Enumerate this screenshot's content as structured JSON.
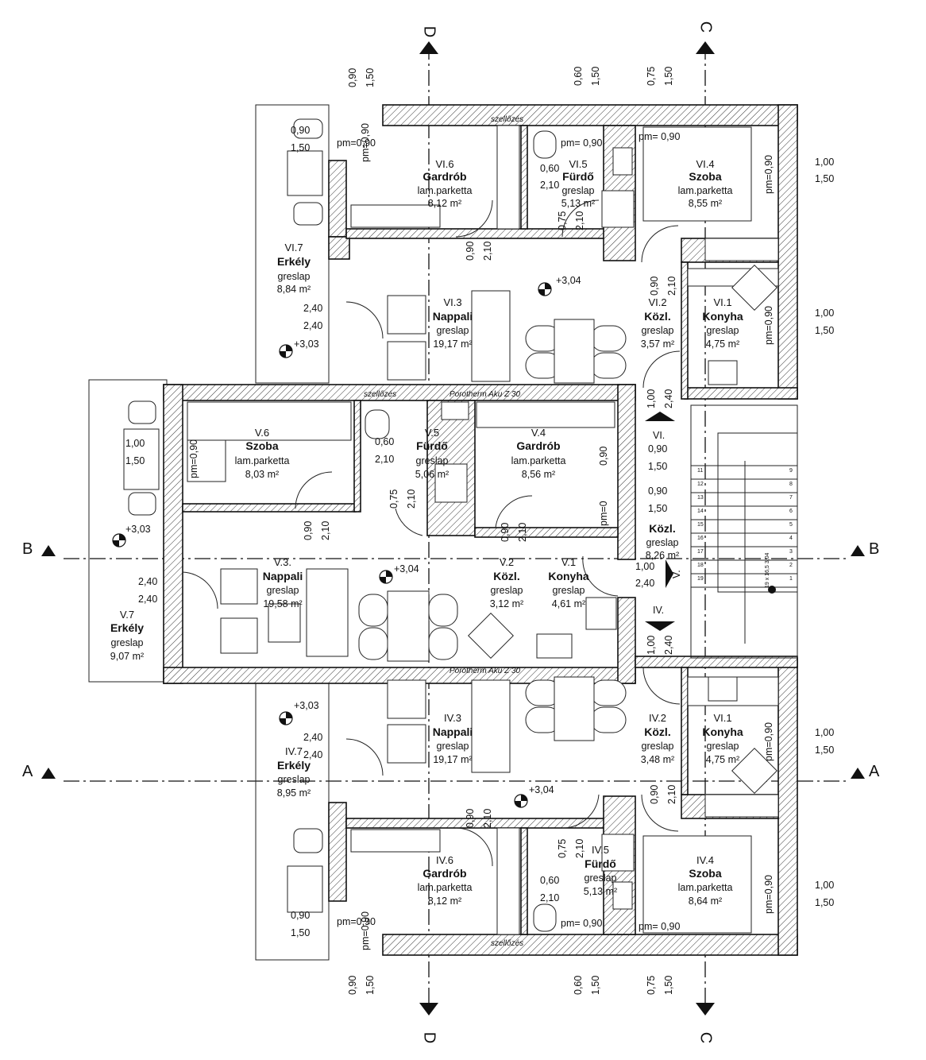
{
  "axes": {
    "a": "A",
    "b": "B",
    "c": "C",
    "d": "D"
  },
  "notes": {
    "szellozes": "szellőzés",
    "porotherm": "Porotherm Aku Z 30"
  },
  "levels": {
    "l303": "+3,03",
    "l304": "+3,04"
  },
  "rooms": {
    "vi6": {
      "num": "VI.6",
      "name": "Gardrób",
      "floor": "lam.parketta",
      "area": "8,12 m²"
    },
    "vi5": {
      "num": "VI.5",
      "name": "Fürdő",
      "floor": "greslap",
      "area": "5,13 m²"
    },
    "vi4": {
      "num": "VI.4",
      "name": "Szoba",
      "floor": "lam.parketta",
      "area": "8,55 m²"
    },
    "vi7": {
      "num": "VI.7",
      "name": "Erkély",
      "floor": "greslap",
      "area": "8,84 m²"
    },
    "vi3": {
      "num": "VI.3",
      "name": "Nappali",
      "floor": "greslap",
      "area": "19,17 m²"
    },
    "vi2": {
      "num": "VI.2",
      "name": "Közl.",
      "floor": "greslap",
      "area": "3,57 m²"
    },
    "vi1": {
      "num": "VI.1",
      "name": "Konyha",
      "floor": "greslap",
      "area": "4,75 m²"
    },
    "v6": {
      "num": "V.6",
      "name": "Szoba",
      "floor": "lam.parketta",
      "area": "8,03 m²"
    },
    "v5": {
      "num": "V.5",
      "name": "Fürdő",
      "floor": "greslap",
      "area": "5,06 m²"
    },
    "v4": {
      "num": "V.4",
      "name": "Gardrób",
      "floor": "lam.parketta",
      "area": "8,56 m²"
    },
    "v3": {
      "num": "V.3.",
      "name": "Nappali",
      "floor": "greslap",
      "area": "19,58 m²"
    },
    "v2": {
      "num": "V.2",
      "name": "Közl.",
      "floor": "greslap",
      "area": "3,12 m²"
    },
    "v1": {
      "num": "V.1",
      "name": "Konyha",
      "floor": "greslap",
      "area": "4,61 m²"
    },
    "v7": {
      "num": "V.7",
      "name": "Erkély",
      "floor": "greslap",
      "area": "9,07 m²"
    },
    "stair": {
      "name": "Közl.",
      "floor": "greslap",
      "area": "8,26 m²"
    },
    "iv3": {
      "num": "IV.3",
      "name": "Nappali",
      "floor": "greslap",
      "area": "19,17 m²"
    },
    "iv2": {
      "num": "IV.2",
      "name": "Közl.",
      "floor": "greslap",
      "area": "3,48 m²"
    },
    "iv1": {
      "num": "VI.1",
      "name": "Konyha",
      "floor": "greslap",
      "area": "4,75 m²"
    },
    "iv7": {
      "num": "IV.7",
      "name": "Erkély",
      "floor": "greslap",
      "area": "8,95 m²"
    },
    "iv6": {
      "num": "IV.6",
      "name": "Gardrób",
      "floor": "lam.parketta",
      "area": "8,12 m²"
    },
    "iv5": {
      "num": "IV.5",
      "name": "Fürdő",
      "floor": "greslap",
      "area": "5,13 m²"
    },
    "iv4": {
      "num": "IV.4",
      "name": "Szoba",
      "floor": "lam.parketta",
      "area": "8,64 m²"
    }
  },
  "dims": {
    "d090": "0,90",
    "d150": "1,50",
    "d060": "0,60",
    "d075": "0,75",
    "d100": "1,00",
    "d210": "2,10",
    "d240": "2,40",
    "pm090": "pm= 0,90",
    "pm090b": "pm=0,90",
    "pm0": "pm=0"
  },
  "stair": {
    "upper": "VI.",
    "lower": "IV.",
    "mid": "V.",
    "label": "19 x 16,5 3,04",
    "left_nums": [
      "11",
      "12",
      "13",
      "14",
      "15",
      "16",
      "17",
      "18",
      "19"
    ],
    "right_nums": [
      "9",
      "8",
      "7",
      "6",
      "5",
      "4",
      "3",
      "2",
      "1"
    ]
  }
}
